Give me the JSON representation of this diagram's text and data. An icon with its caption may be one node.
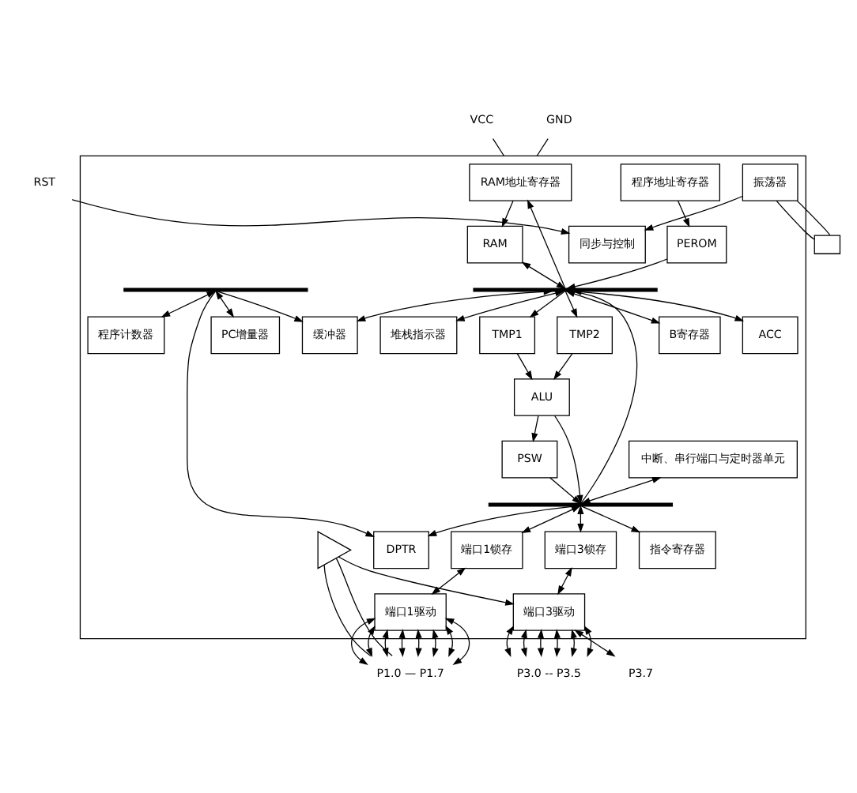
{
  "diagram": {
    "nodes": [
      {
        "text": [],
        "shape": "box"
      },
      {
        "text": [
          "RAM地址寄存器"
        ],
        "in": 0
      },
      {
        "text": [
          "RAM"
        ],
        "in": 0
      },
      {
        "text": [
          "PEROM"
        ],
        "in": 0
      },
      {
        "text": [],
        "shape": "bar",
        "in": 0
      },
      {
        "text": [
          "程序地址寄存器"
        ],
        "in": 0
      },
      {
        "text": [
          "B寄存器"
        ],
        "in": 0
      },
      {
        "text": [
          "ACC"
        ],
        "in": 0
      },
      {
        "text": [
          "堆栈指示器"
        ],
        "in": 0
      },
      {
        "text": [
          "TMP2"
        ],
        "in": 0
      },
      {
        "text": [
          "TMP1"
        ],
        "in": 0
      },
      {
        "text": [
          "缓冲器"
        ],
        "in": 0
      },
      {
        "text": [],
        "shape": "bar",
        "in": 0
      },
      {
        "text": [
          "ALU"
        ],
        "in": 0
      },
      {
        "text": [
          "PC增量器"
        ],
        "in": 0
      },
      {
        "text": [
          "中断、串行端口与定时器单元"
        ],
        "in": 0
      },
      {
        "text": [
          "程序计数器"
        ],
        "in": 0
      },
      {
        "text": [
          "PSW"
        ],
        "in": 0
      },
      {
        "text": [
          "同步与控制"
        ],
        "in": 0
      },
      {
        "text": [
          "指令寄存器"
        ],
        "in": 0
      },
      {
        "text": [],
        "shape": "bar",
        "in": 0
      },
      {
        "text": [
          "DPTR"
        ],
        "in": 0
      },
      {
        "text": [
          "端口1锁存"
        ],
        "in": 0
      },
      {
        "text": [
          "端口3锁存"
        ],
        "in": 0
      },
      {
        "text": [
          "振荡器"
        ],
        "in": 0
      },
      {
        "text": [],
        "shape": "triangle",
        "in": 0
      },
      {
        "text": [
          "端口1驱动"
        ],
        "in": 0
      },
      {
        "text": [
          "端口3驱动"
        ],
        "in": 0
      },
      {
        "text": [
          "VCC"
        ]
      },
      {
        "text": [
          "GND"
        ]
      },
      {
        "text": [
          "RST"
        ]
      },
      {
        "text": [],
        "shape": "crystal"
      },
      {
        "text": [
          "P1.0 — P1.7"
        ]
      },
      {
        "text": [
          "P3.0 -- P3.5"
        ]
      },
      {
        "text": [
          "P3.7"
        ]
      }
    ],
    "edges": [
      {
        "from": 28,
        "to": 0,
        "arrow": "none"
      },
      {
        "from": 29,
        "to": 0,
        "arrow": "none"
      },
      {
        "from": 1,
        "to": 2,
        "arrow": "to"
      },
      {
        "from": 5,
        "to": 3,
        "arrow": "to"
      },
      {
        "from": 3,
        "to": 4,
        "arrow": "to"
      },
      {
        "from": 4,
        "to": 1,
        "arrow": "to"
      },
      {
        "from": 2,
        "to": 4,
        "arrow": "both"
      },
      {
        "from": 4,
        "to": 6,
        "arrow": "both"
      },
      {
        "from": 4,
        "to": 7,
        "arrow": "both"
      },
      {
        "from": 4,
        "to": 8,
        "arrow": "both"
      },
      {
        "from": 4,
        "to": 9,
        "arrow": "to"
      },
      {
        "from": 4,
        "to": 10,
        "arrow": "to"
      },
      {
        "from": 4,
        "to": 11,
        "arrow": "both"
      },
      {
        "from": 12,
        "to": 11,
        "arrow": "to"
      },
      {
        "from": 12,
        "to": 14,
        "arrow": "both"
      },
      {
        "from": 12,
        "to": 16,
        "arrow": "both"
      },
      {
        "from": 12,
        "to": 21,
        "arrow": "to"
      },
      {
        "from": 9,
        "to": 13,
        "arrow": "to"
      },
      {
        "from": 10,
        "to": 13,
        "arrow": "to"
      },
      {
        "from": 13,
        "to": 17,
        "arrow": "to"
      },
      {
        "from": 13,
        "to": 20,
        "arrow": "to"
      },
      {
        "from": 17,
        "to": 20,
        "arrow": "to"
      },
      {
        "from": 15,
        "to": 20,
        "arrow": "both"
      },
      {
        "from": 4,
        "to": 20,
        "arrow": "none"
      },
      {
        "from": 20,
        "to": 19,
        "arrow": "to"
      },
      {
        "from": 20,
        "to": 21,
        "arrow": "to"
      },
      {
        "from": 30,
        "to": 18,
        "arrow": "to"
      },
      {
        "from": 24,
        "to": 18,
        "arrow": "to"
      },
      {
        "from": 20,
        "to": 22,
        "arrow": "both"
      },
      {
        "from": 20,
        "to": 23,
        "arrow": "both"
      },
      {
        "from": 22,
        "to": 26,
        "arrow": "both"
      },
      {
        "from": 23,
        "to": 27,
        "arrow": "both"
      },
      {
        "from": 24,
        "to": 31,
        "arrow": "none"
      },
      {
        "from": 24,
        "to": 31,
        "arrow": "none"
      },
      {
        "from": 32,
        "to": 25,
        "arrow": "none"
      },
      {
        "from": 32,
        "to": 25,
        "arrow": "none"
      },
      {
        "from": 25,
        "to": 27,
        "arrow": "to"
      },
      {
        "from": 26,
        "to": 32,
        "arrow": "both"
      },
      {
        "from": 26,
        "to": 32,
        "arrow": "both"
      },
      {
        "from": 26,
        "to": 32,
        "arrow": "both"
      },
      {
        "from": 26,
        "to": 32,
        "arrow": "both"
      },
      {
        "from": 26,
        "to": 32,
        "arrow": "both"
      },
      {
        "from": 26,
        "to": 32,
        "arrow": "both"
      },
      {
        "from": 26,
        "to": 32,
        "arrow": "both"
      },
      {
        "from": 26,
        "to": 32,
        "arrow": "both"
      },
      {
        "from": 27,
        "to": 33,
        "arrow": "both"
      },
      {
        "from": 27,
        "to": 33,
        "arrow": "both"
      },
      {
        "from": 27,
        "to": 33,
        "arrow": "both"
      },
      {
        "from": 27,
        "to": 33,
        "arrow": "both"
      },
      {
        "from": 27,
        "to": 33,
        "arrow": "both"
      },
      {
        "from": 27,
        "to": 33,
        "arrow": "both"
      },
      {
        "from": 27,
        "to": 34,
        "arrow": "both"
      }
    ]
  }
}
